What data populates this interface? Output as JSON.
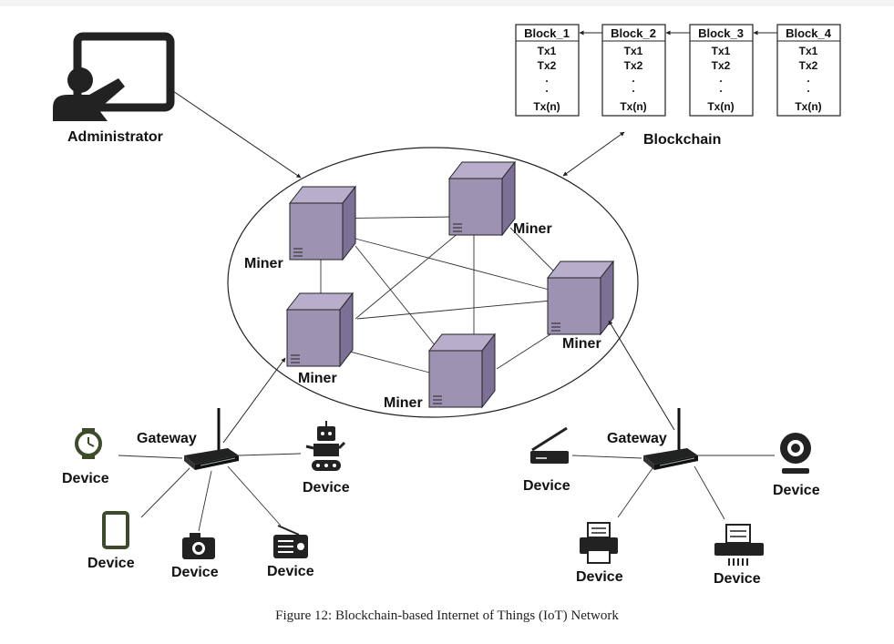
{
  "caption": "Figure 12:   Blockchain-based Internet of Things (IoT) Network",
  "labels": {
    "administrator": "Administrator",
    "blockchain": "Blockchain",
    "miner": "Miner",
    "gateway": "Gateway",
    "device": "Device"
  },
  "blocks": [
    {
      "title": "Block_1",
      "tx": [
        "Tx1",
        "Tx2",
        ".",
        ".",
        "Tx(n)"
      ]
    },
    {
      "title": "Block_2",
      "tx": [
        "Tx1",
        "Tx2",
        ".",
        ".",
        "Tx(n)"
      ]
    },
    {
      "title": "Block_3",
      "tx": [
        "Tx1",
        "Tx2",
        ".",
        ".",
        "Tx(n)"
      ]
    },
    {
      "title": "Block_4",
      "tx": [
        "Tx1",
        "Tx2",
        ".",
        ".",
        "Tx(n)"
      ]
    }
  ],
  "colors": {
    "server_fill": "#9e92b3",
    "server_dark": "#7d7096",
    "device_green": "#3d4b2a",
    "stroke": "#222222"
  },
  "icons": {
    "administrator": "presenter-board-icon",
    "left_devices": [
      "watch-icon",
      "smartphone-icon",
      "camera-icon",
      "radio-icon",
      "robot-icon"
    ],
    "right_devices": [
      "scanner-icon",
      "printer-icon",
      "fax-icon",
      "webcam-icon"
    ],
    "gateway": "router-icon",
    "miner": "server-icon"
  }
}
